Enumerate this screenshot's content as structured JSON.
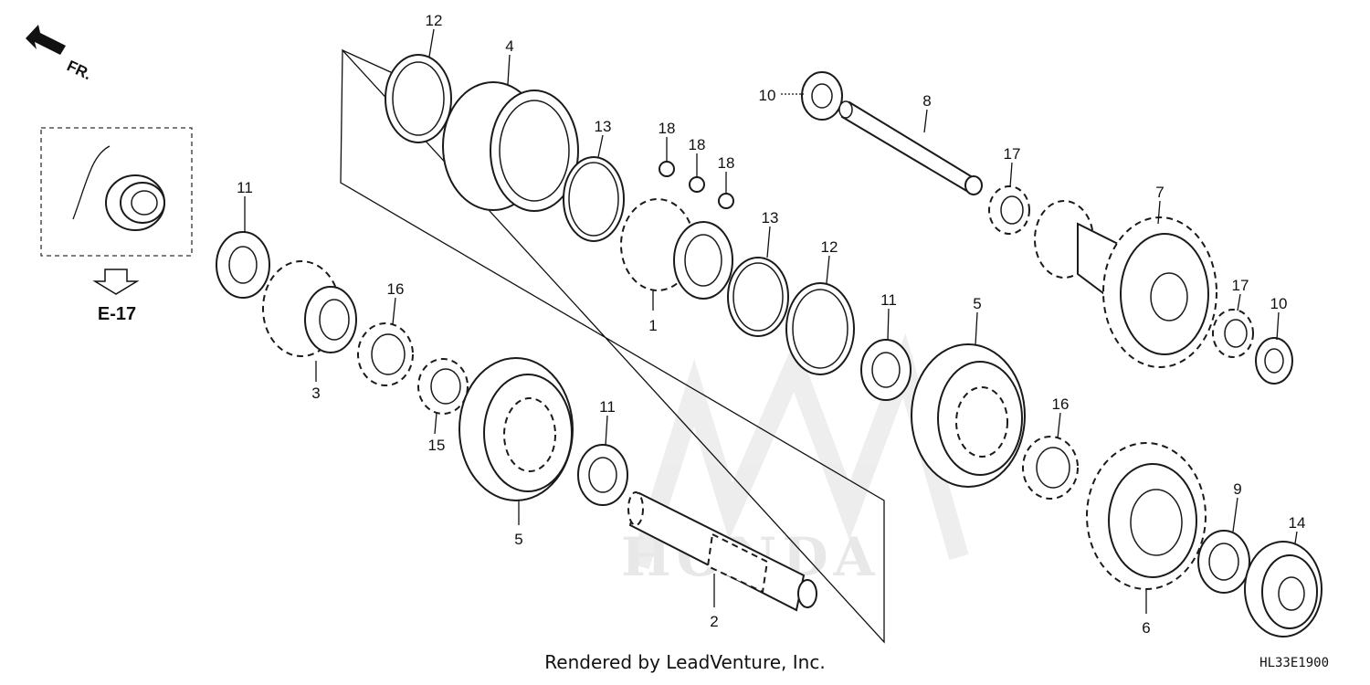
{
  "direction_label": "FR.",
  "reference_label": "E-17",
  "watermark": "HONDA",
  "credit": "Rendered by LeadVenture, Inc.",
  "drawing_code": "HL33E1900",
  "callouts": {
    "c12a": "12",
    "c4": "4",
    "c13a": "13",
    "c18a": "18",
    "c18b": "18",
    "c18c": "18",
    "c10a": "10",
    "c8": "8",
    "c17a": "17",
    "c7": "7",
    "c11a": "11",
    "c16a": "16",
    "c3": "3",
    "c15": "15",
    "c13b": "13",
    "c12b": "12",
    "c1": "1",
    "c11b": "11",
    "c5a": "5",
    "c11c": "11",
    "c5b": "5",
    "c16b": "16",
    "c17b": "17",
    "c10b": "10",
    "c9": "9",
    "c14": "14",
    "c6": "6",
    "c2": "2"
  }
}
